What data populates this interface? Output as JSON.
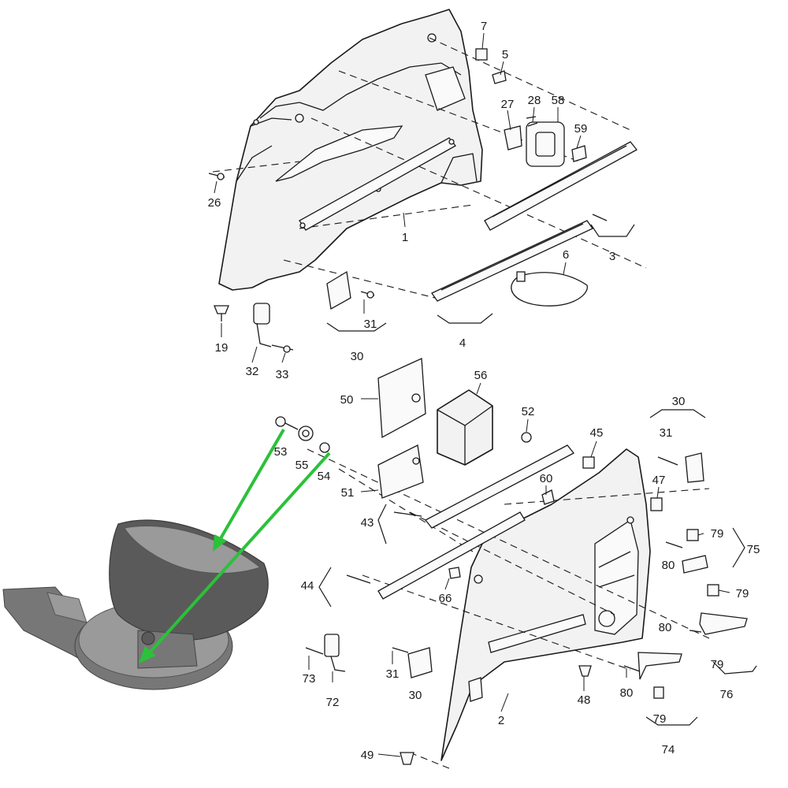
{
  "callouts": {
    "c1": "1",
    "c2": "2",
    "c3": "3",
    "c4": "4",
    "c5": "5",
    "c6": "6",
    "c7": "7",
    "c19": "19",
    "c26": "26",
    "c27": "27",
    "c28": "28",
    "c30a": "30",
    "c30b": "30",
    "c30c": "30",
    "c31a": "31",
    "c31b": "31",
    "c31c": "31",
    "c32": "32",
    "c33": "33",
    "c43": "43",
    "c44": "44",
    "c45": "45",
    "c47": "47",
    "c48": "48",
    "c49": "49",
    "c50": "50",
    "c51": "51",
    "c52": "52",
    "c53": "53",
    "c54": "54",
    "c55": "55",
    "c56": "56",
    "c58": "58",
    "c59": "59",
    "c60": "60",
    "c66": "66",
    "c72": "72",
    "c73": "73",
    "c74": "74",
    "c75": "75",
    "c76": "76",
    "c79a": "79",
    "c79b": "79",
    "c79c": "79",
    "c79d": "79",
    "c80a": "80",
    "c80b": "80",
    "c80c": "80"
  },
  "colors": {
    "arrow": "#2bc13a",
    "line": "#1a1a1a",
    "photo": "#5a5a5a",
    "background": "#ffffff"
  }
}
